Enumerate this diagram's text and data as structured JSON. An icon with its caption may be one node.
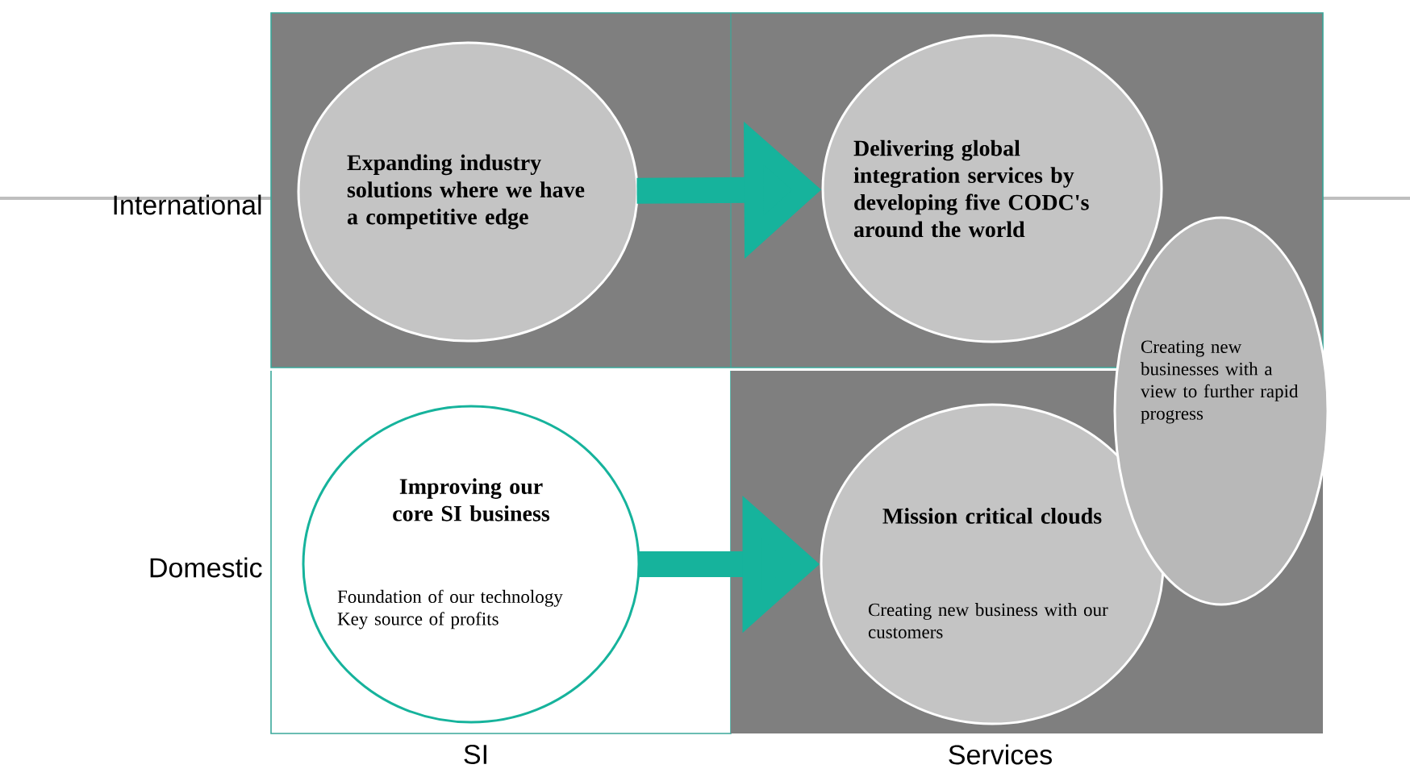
{
  "diagram": {
    "nodes": [
      {
        "text": [
          "Expanding industry solutions where we have a competitive edge"
        ]
      },
      {
        "text": [
          "Delivering global integration services by developing five CODC's around the world"
        ]
      },
      {
        "text": [
          "Creating new businesses with a view to further rapid progress"
        ]
      },
      {
        "text": [
          "Improving our core SI business",
          "Foundation of our technology Key source of profits"
        ]
      },
      {
        "text": [
          "Mission critical clouds",
          "Creating new business with our customers"
        ]
      }
    ],
    "edges": [
      {
        "from": 0,
        "to": 1,
        "arrow": "to"
      },
      {
        "from": 3,
        "to": 4,
        "arrow": "to"
      }
    ],
    "labels": [
      "International",
      "Domestic",
      "SI",
      "Services"
    ]
  }
}
